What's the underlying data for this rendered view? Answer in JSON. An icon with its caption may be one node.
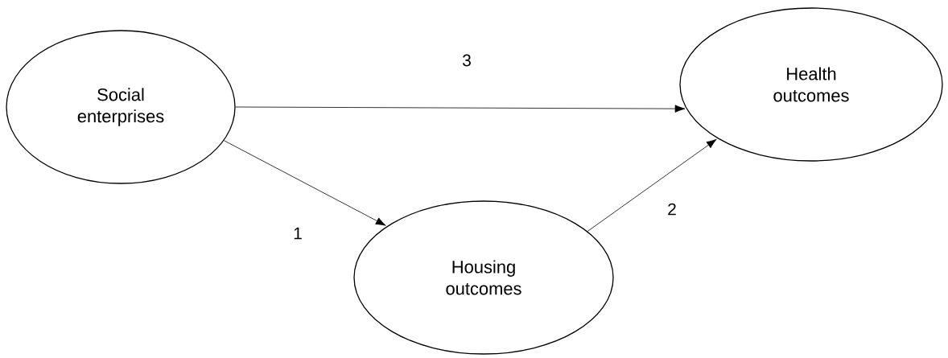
{
  "diagram": {
    "nodes": [
      {
        "text": [
          "Social enterprises"
        ]
      },
      {
        "text": [
          "Health outcomes"
        ]
      },
      {
        "text": [
          "Housing outcomes"
        ]
      }
    ],
    "edges": [
      {
        "from": 0,
        "to": 2,
        "arrow": "to",
        "label": "1"
      },
      {
        "from": 2,
        "to": 1,
        "arrow": "to",
        "label": "2"
      },
      {
        "from": 0,
        "to": 1,
        "arrow": "to",
        "label": "3"
      }
    ]
  }
}
